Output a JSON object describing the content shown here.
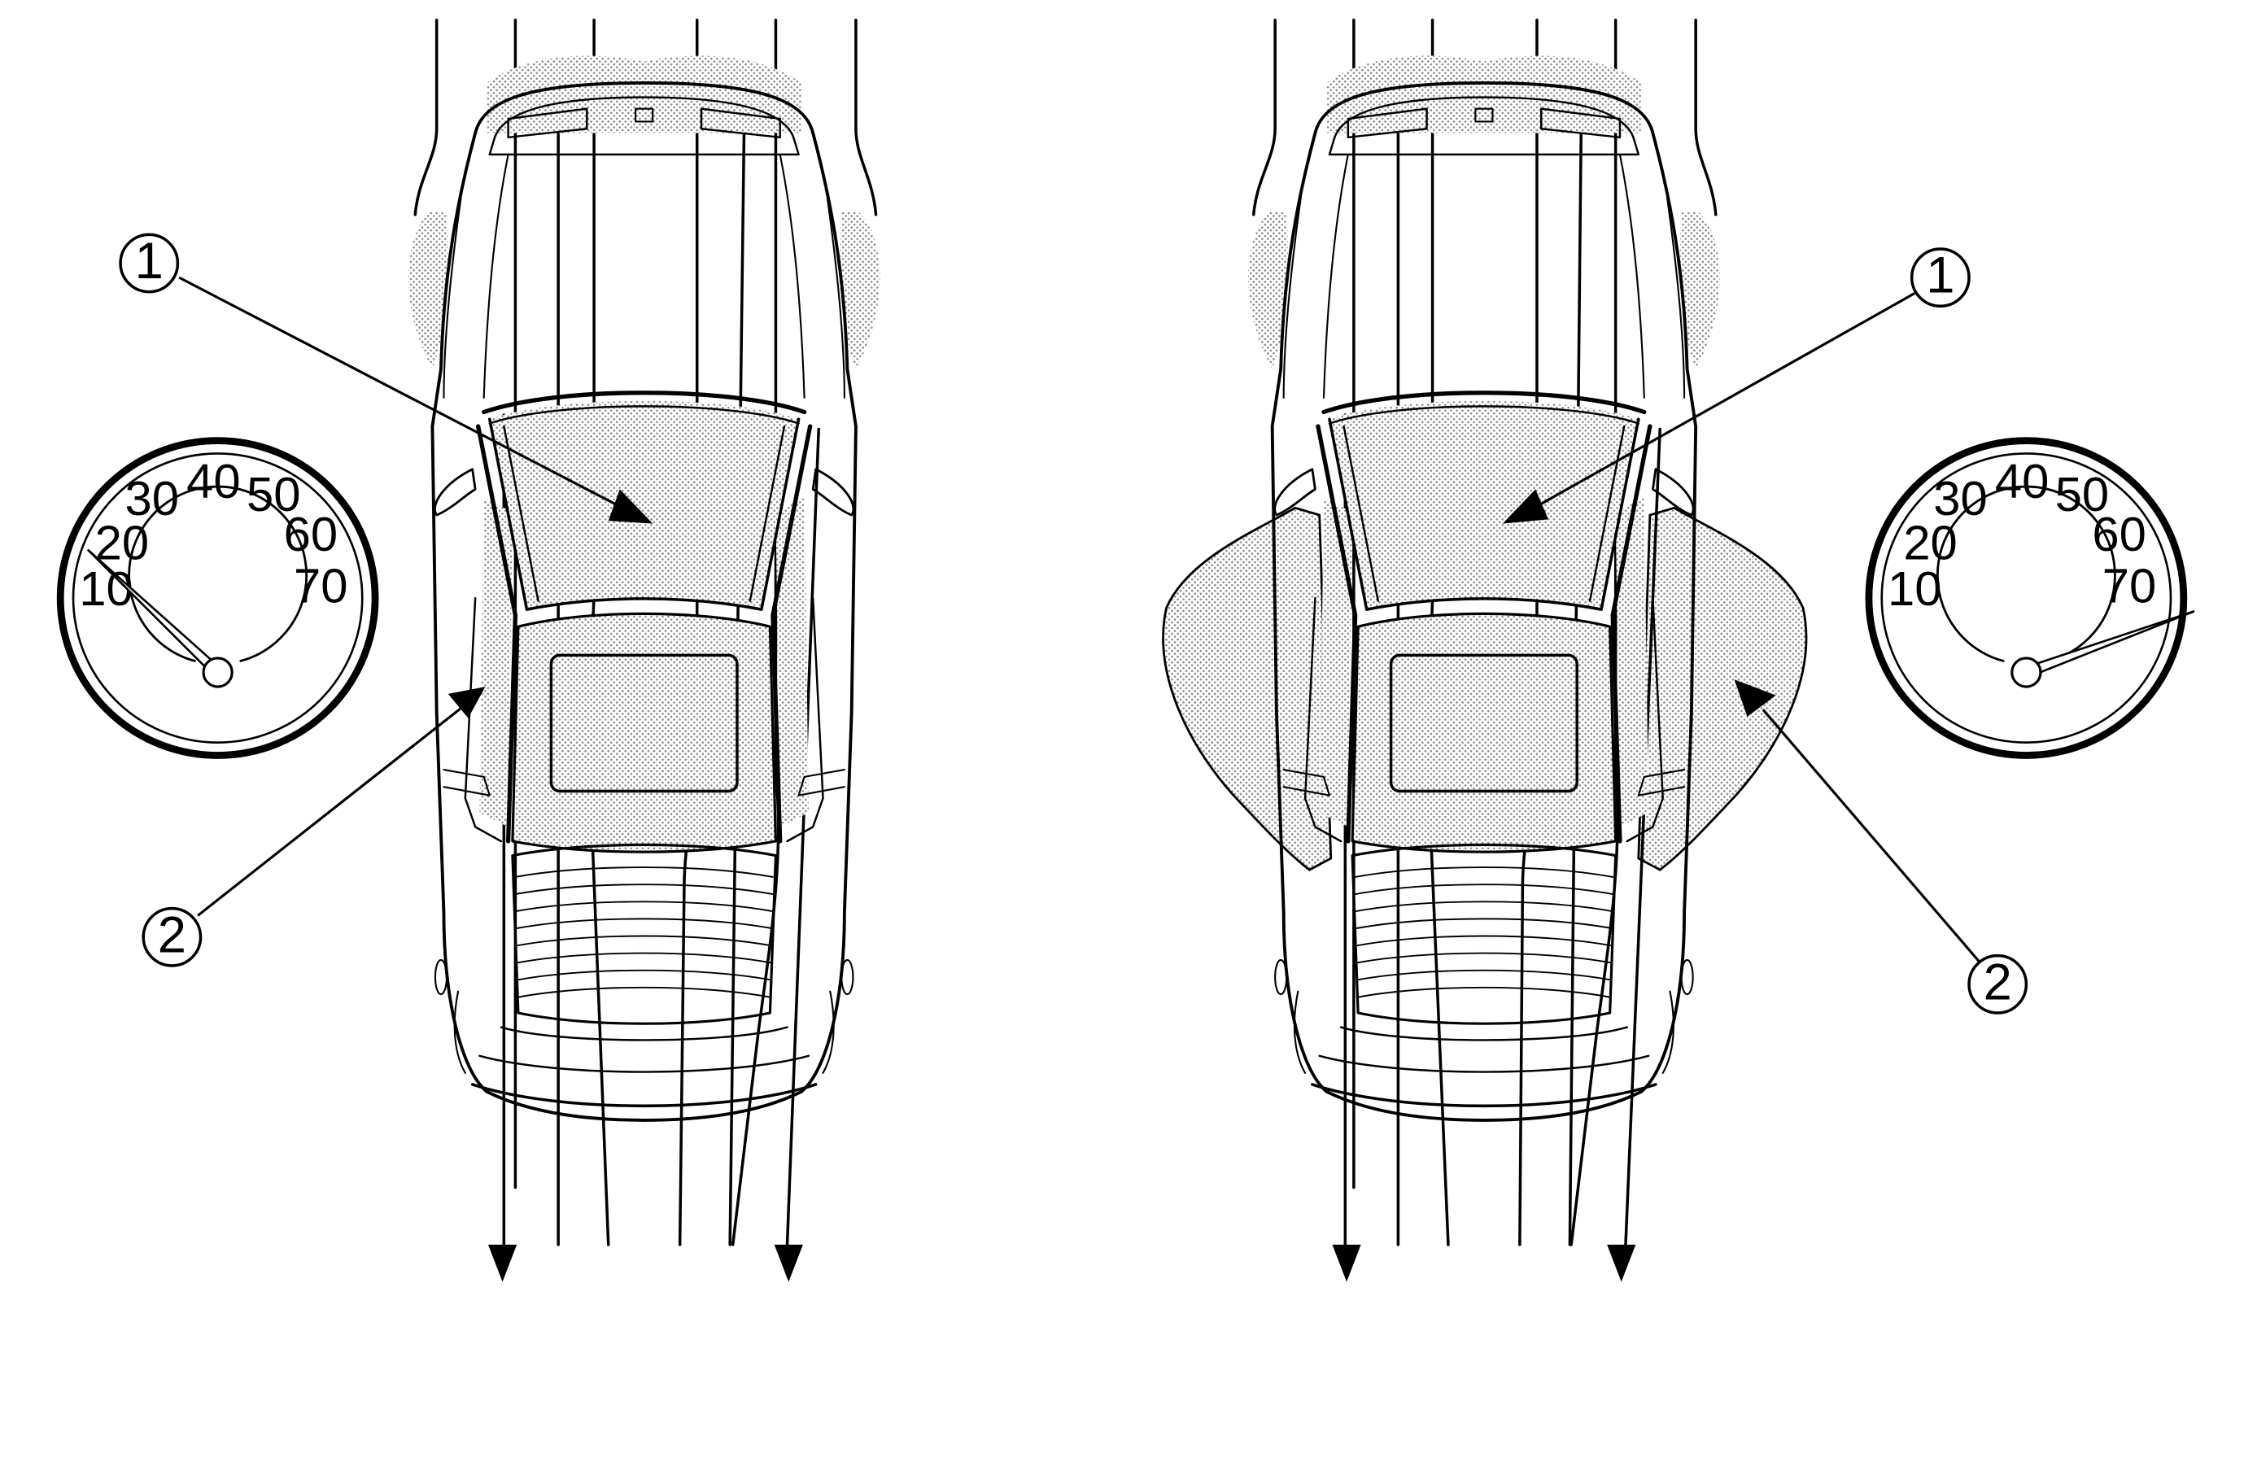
{
  "panels": [
    {
      "id": "low-speed",
      "callouts": [
        "1",
        "2"
      ],
      "gauge": {
        "scale_labels": [
          "10",
          "20",
          "30",
          "40",
          "50",
          "60",
          "70"
        ],
        "needle_reading": 20
      }
    },
    {
      "id": "high-speed",
      "callouts": [
        "1",
        "2"
      ],
      "gauge": {
        "scale_labels": [
          "10",
          "20",
          "30",
          "40",
          "50",
          "60",
          "70"
        ],
        "needle_reading": 70
      }
    }
  ]
}
